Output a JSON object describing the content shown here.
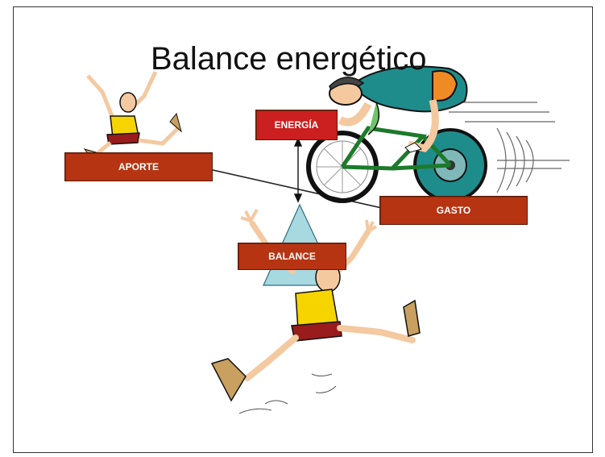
{
  "slide": {
    "title": "Balance energético"
  },
  "labels": {
    "aporte": "APORTE",
    "energia": "ENERGÍA",
    "gasto": "GASTO",
    "balance": "BALANCE"
  },
  "colors": {
    "box_fill": "#b63412",
    "energia_fill": "#cc1f1f",
    "triangle_fill": "#a8d8e0",
    "shirt": "#f5d400",
    "shorts": "#9a1b1b",
    "skin": "#f4c9a0",
    "wheel": "#1f8c8c"
  },
  "icons": {
    "runner_small": "jumping-runner-illustration",
    "runner_large": "leaping-runner-illustration",
    "cyclist": "cyclist-illustration",
    "triangle": "balance-triangle"
  }
}
